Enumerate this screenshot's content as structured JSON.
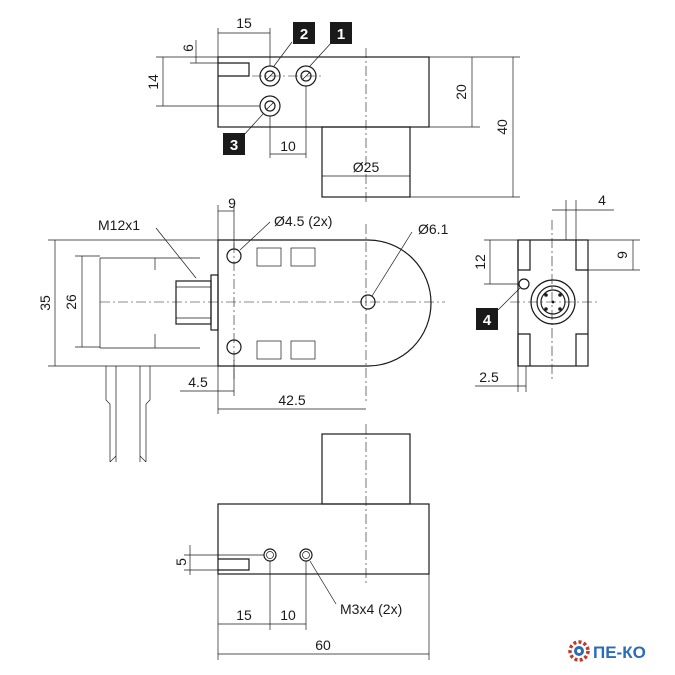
{
  "dimensions": {
    "top_15": "15",
    "top_6": "6",
    "top_14": "14",
    "top_10": "10",
    "top_20": "20",
    "top_40": "40",
    "top_d25": "Ø25",
    "mid_9": "9",
    "mid_hole": "Ø4.5 (2x)",
    "mid_d61": "Ø6.1",
    "mid_m12": "M12x1",
    "mid_35": "35",
    "mid_26": "26",
    "mid_45": "4.5",
    "mid_425": "42.5",
    "side_4": "4",
    "side_12": "12",
    "side_9": "9",
    "side_25": "2.5",
    "bot_5": "5",
    "bot_15": "15",
    "bot_10": "10",
    "bot_m3": "M3x4 (2x)",
    "bot_60": "60"
  },
  "callouts": [
    "1",
    "2",
    "3",
    "4"
  ],
  "logo": {
    "text": "ПЕ-КО",
    "color": "#2b6cb8"
  }
}
